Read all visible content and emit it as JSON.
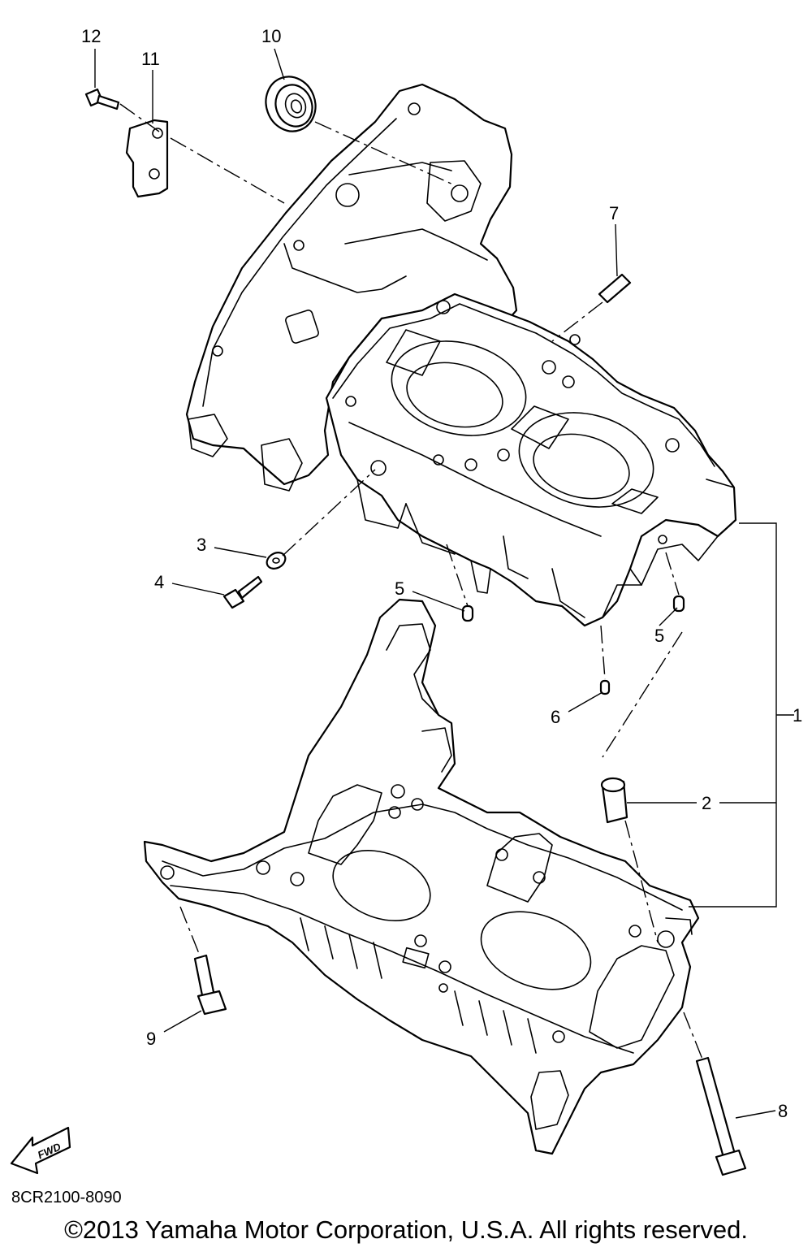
{
  "callouts": {
    "c1": "1",
    "c2": "2",
    "c3": "3",
    "c4": "4",
    "c5a": "5",
    "c5b": "5",
    "c6": "6",
    "c7": "7",
    "c8": "8",
    "c9": "9",
    "c10": "10",
    "c11": "11",
    "c12": "12"
  },
  "fwd_label": "FWD",
  "diagram_code": "8CR2100-8090",
  "copyright": "©2013 Yamaha Motor Corporation, U.S.A. All rights reserved."
}
